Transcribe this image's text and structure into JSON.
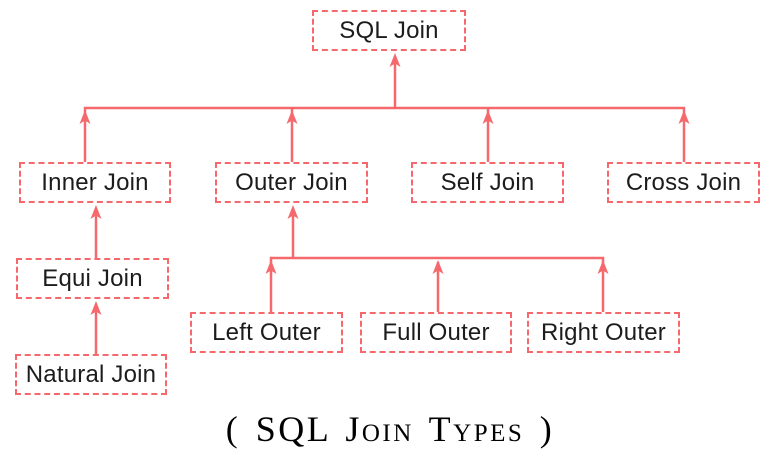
{
  "diagram": {
    "root": {
      "label": "SQL Join"
    },
    "branches": [
      {
        "label": "Inner Join"
      },
      {
        "label": "Outer Join"
      },
      {
        "label": "Self Join"
      },
      {
        "label": "Cross Join"
      }
    ],
    "inner_join_descendants": [
      {
        "label": "Equi Join"
      },
      {
        "label": "Natural Join"
      }
    ],
    "outer_join_children": [
      {
        "label": "Left Outer"
      },
      {
        "label": "Full Outer"
      },
      {
        "label": "Right Outer"
      }
    ],
    "caption": "( SQL Join Types )"
  },
  "colors": {
    "accent": "#f5696c",
    "text": "#1c1c1c",
    "background": "#ffffff"
  }
}
